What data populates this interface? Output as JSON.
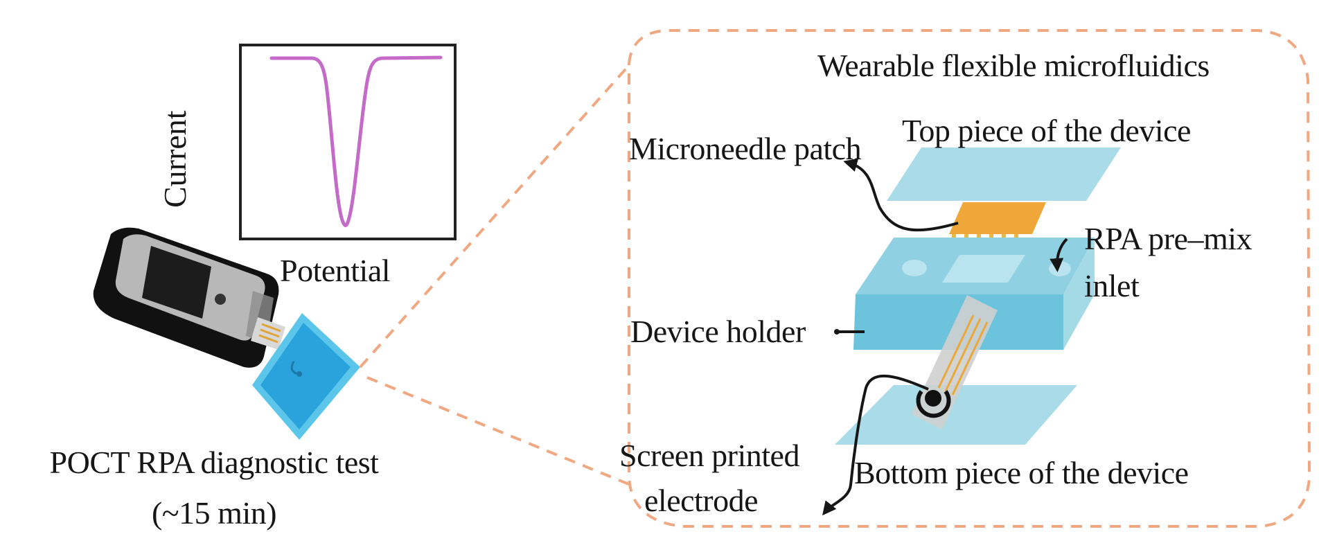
{
  "figure": {
    "left_panel": {
      "title": "POCT RPA diagnostic test",
      "duration": "(~15 min)",
      "plot": {
        "ylabel": "Current",
        "xlabel": "Potential",
        "curve_color": "#c46ac8",
        "curve_shape": "single downward voltammetric peak"
      },
      "device_icon": "handheld-potentiostat-icon",
      "strip_icon": "test-strip-icon"
    },
    "right_panel": {
      "title": "Wearable flexible microfluidics",
      "labels": {
        "microneedle": "Microneedle patch",
        "top_piece": "Top piece of the device",
        "rpa_inlet_line1": "RPA pre–mix",
        "rpa_inlet_line2": "inlet",
        "device_holder": "Device holder",
        "electrode_line1": "Screen printed",
        "electrode_line2": "electrode",
        "bottom_piece": "Bottom piece of the device"
      }
    },
    "colors": {
      "dash": "#f0a882",
      "layer_light": "#a9dbe9",
      "holder": "#6cc3dc",
      "holder_top": "#8fd0e3",
      "patch": "#f0a73a",
      "strip_blue": "#2aa3dc",
      "ink": "#161616"
    }
  }
}
